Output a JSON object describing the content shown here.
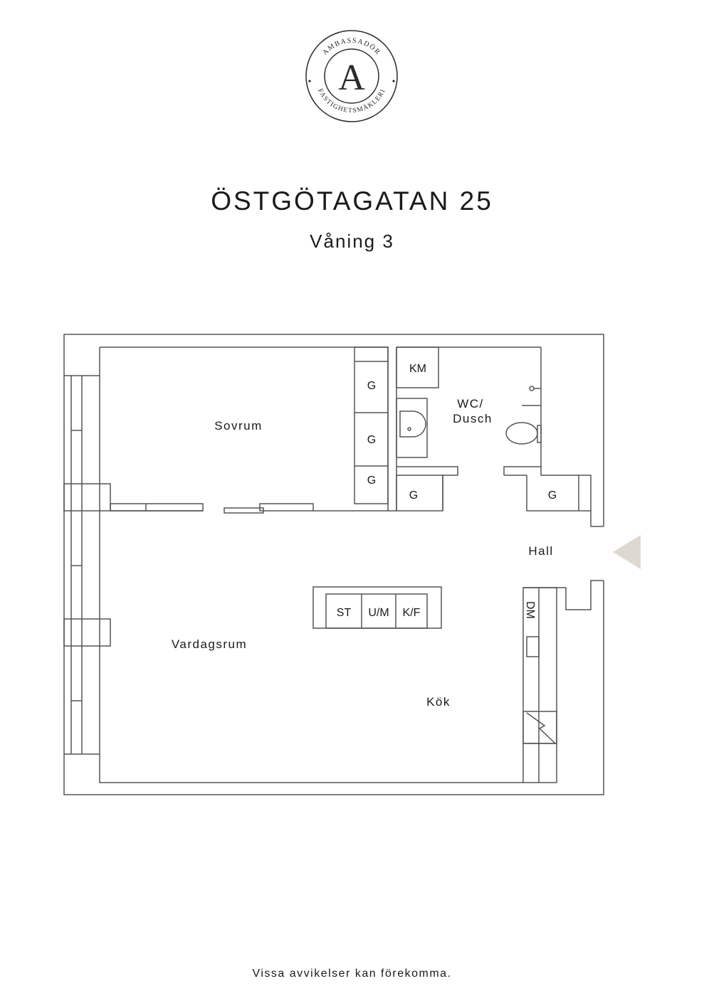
{
  "logo": {
    "letter": "A",
    "ring_top_text": "AMBASSADÖR",
    "ring_bottom_text": "FASTIGHETSMÄKLERI"
  },
  "header": {
    "title": "ÖSTGÖTAGATAN 25",
    "subtitle": "Våning 3"
  },
  "rooms": {
    "bedroom": "Sovrum",
    "bathroom_line1": "WC/",
    "bathroom_line2": "Dusch",
    "hall": "Hall",
    "living_room": "Vardagsrum",
    "kitchen": "Kök"
  },
  "fixtures": {
    "wardrobe": "G",
    "washing_machine": "KM",
    "stove": "ST",
    "microwave": "U/M",
    "fridge_freezer": "K/F",
    "dishwasher": "DM"
  },
  "entrance_marker_color": "#ddd9d1",
  "footer": {
    "disclaimer": "Vissa avvikelser kan förekomma."
  }
}
